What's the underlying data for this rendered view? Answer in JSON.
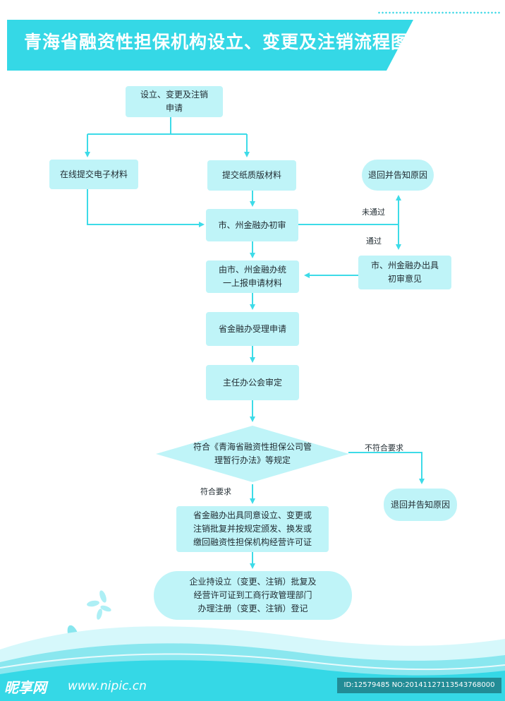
{
  "title": "青海省融资性担保机构设立、变更及注销流程图",
  "nodes": {
    "apply": "设立、变更及注销\n申请",
    "online": "在线提交电子材料",
    "paper": "提交纸质版材料",
    "return1": "退回并告知原因",
    "initial_review": "市、州金融办初审",
    "opinion": "市、州金融办出具\n初审意见",
    "unified": "由市、州金融办统\n一上报申请材料",
    "province_accept": "省金融办受理申请",
    "director_meeting": "主任办公会审定",
    "decision": "符合《青海省融资性担保公司管\n理暂行办法》等规定",
    "return2": "退回并告知原因",
    "approval": "省金融办出具同意设立、变更或\n注销批复并按规定颁发、换发或\n缴回融资性担保机构经营许可证",
    "registration": "企业持设立（变更、注销）批复及\n经营许可证到工商行政管理部门\n办理注册（变更、注销）登记"
  },
  "edge_labels": {
    "not_passed": "未通过",
    "passed": "通过",
    "not_compliant": "不符合要求",
    "compliant": "符合要求"
  },
  "watermark": {
    "brand": "昵享网",
    "site": "www.nipic.cn",
    "id": "ID:12579485 NO:20141127113543768000"
  },
  "colors": {
    "accent": "#35d8e6",
    "node_fill": "#bff4f8",
    "arrow": "#3ddbe8",
    "text": "#1f2a30"
  }
}
